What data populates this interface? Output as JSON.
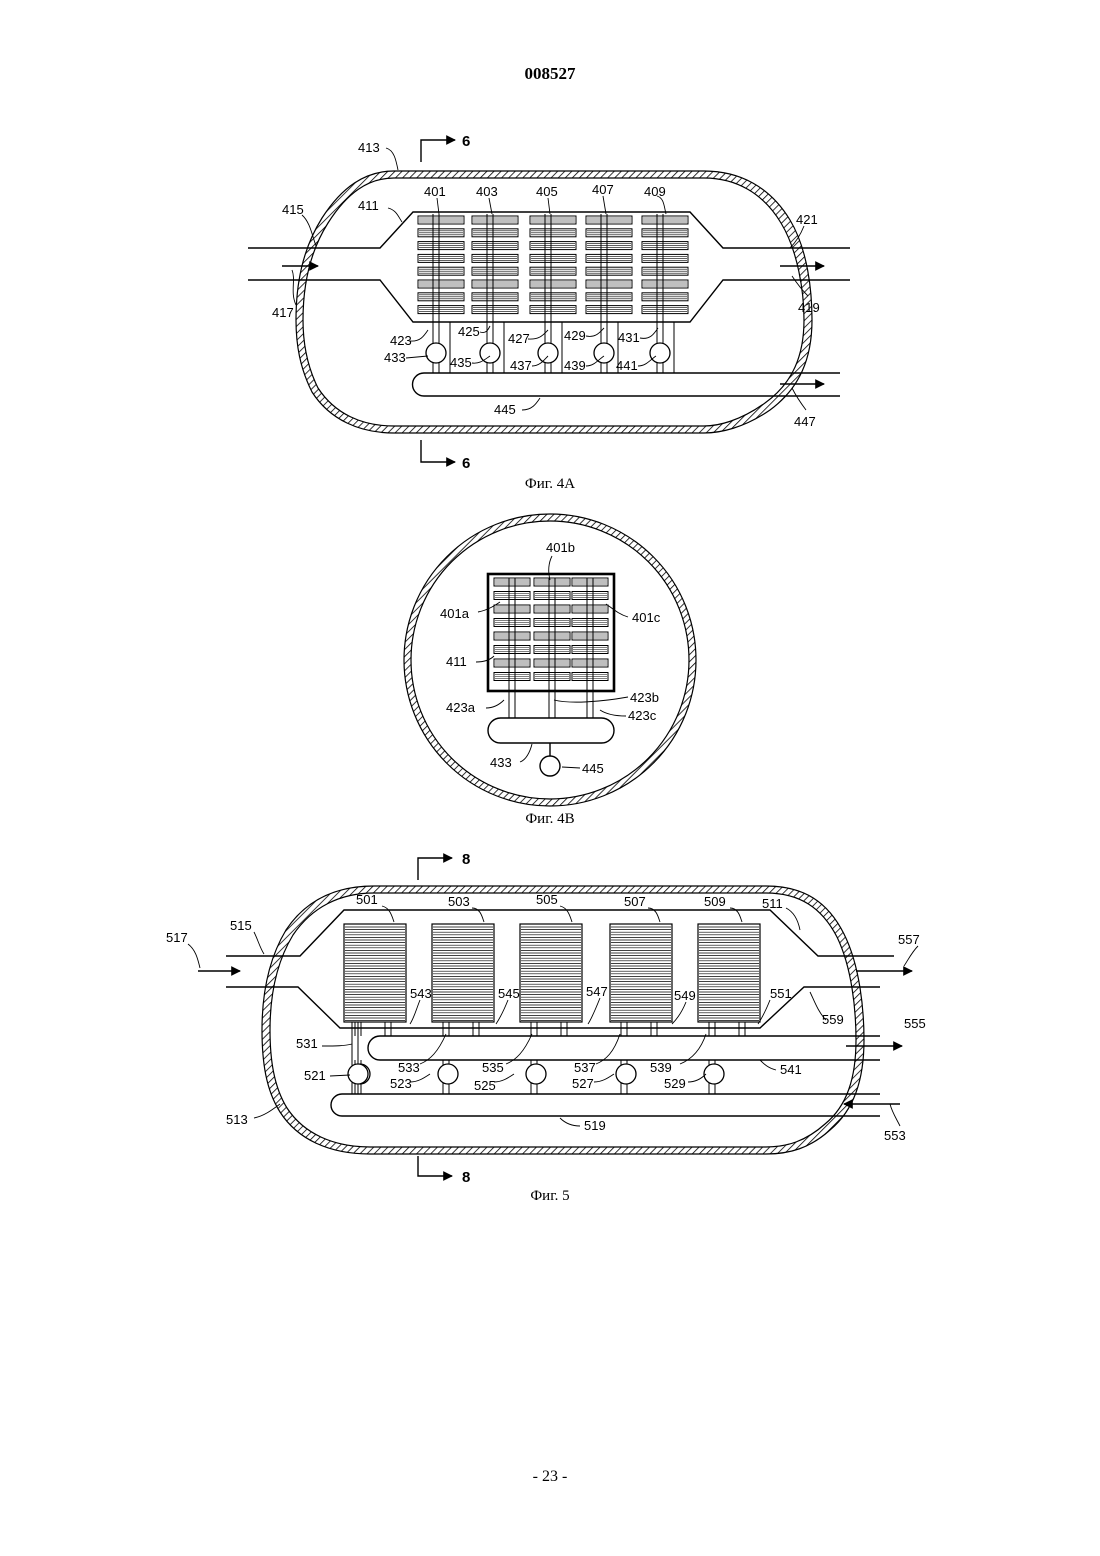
{
  "header": {
    "doc_number": "008527"
  },
  "footer": {
    "page": "- 23 -"
  },
  "figures": {
    "fig4a": {
      "caption": "Фиг. 4A",
      "section_label": "6",
      "labels": {
        "l413": "413",
        "l415": "415",
        "l411": "411",
        "l401": "401",
        "l403": "403",
        "l405": "405",
        "l407": "407",
        "l409": "409",
        "l421": "421",
        "l417": "417",
        "l419": "419",
        "l423": "423",
        "l425": "425",
        "l427": "427",
        "l429": "429",
        "l431": "431",
        "l433": "433",
        "l435": "435",
        "l437": "437",
        "l439": "439",
        "l441": "441",
        "l445": "445",
        "l447": "447"
      }
    },
    "fig4b": {
      "caption": "Фиг. 4B",
      "labels": {
        "l401b": "401b",
        "l401a": "401a",
        "l401c": "401c",
        "l411": "411",
        "l423b": "423b",
        "l423a": "423a",
        "l423c": "423c",
        "l433": "433",
        "l445": "445"
      }
    },
    "fig5": {
      "caption": "Фиг. 5",
      "section_label": "8",
      "labels": {
        "l501": "501",
        "l503": "503",
        "l505": "505",
        "l507": "507",
        "l509": "509",
        "l511": "511",
        "l515": "515",
        "l517": "517",
        "l557": "557",
        "l543": "543",
        "l545": "545",
        "l547": "547",
        "l549": "549",
        "l551": "551",
        "l559": "559",
        "l555": "555",
        "l531": "531",
        "l533": "533",
        "l535": "535",
        "l537": "537",
        "l539": "539",
        "l541": "541",
        "l521": "521",
        "l523": "523",
        "l525": "525",
        "l527": "527",
        "l529": "529",
        "l513": "513",
        "l519": "519",
        "l553": "553"
      }
    }
  }
}
